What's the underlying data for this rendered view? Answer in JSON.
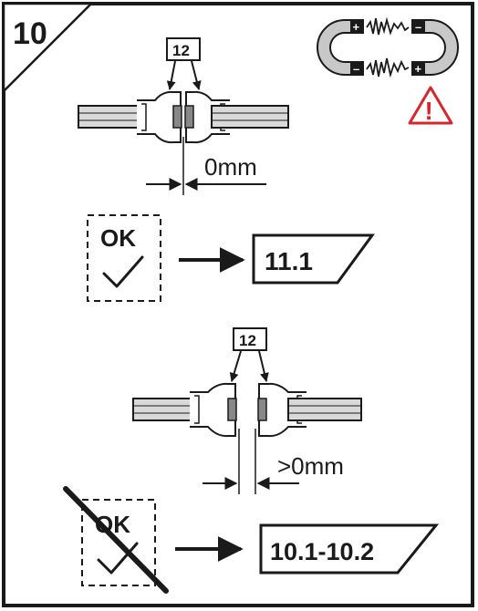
{
  "step": {
    "number": "10"
  },
  "magnet_warning": {
    "icon": "magnet-polarity-icon",
    "plus": "+",
    "minus": "–",
    "warning_icon": "warning-triangle-icon",
    "warning_mark": "!"
  },
  "correct_case": {
    "part_label": "12",
    "gap_label": "0mm",
    "ok_label": "OK",
    "check_icon": "check-icon",
    "next_step": "11.1"
  },
  "incorrect_case": {
    "part_label": "12",
    "gap_label": ">0mm",
    "ok_label": "OK",
    "check_icon": "check-icon",
    "crossed_icon": "cross-out-icon",
    "next_step": "10.1-10.2"
  },
  "colors": {
    "ink": "#1a1a1a",
    "gray_fill": "#d9d9d9",
    "warning_red": "#d7262b"
  }
}
